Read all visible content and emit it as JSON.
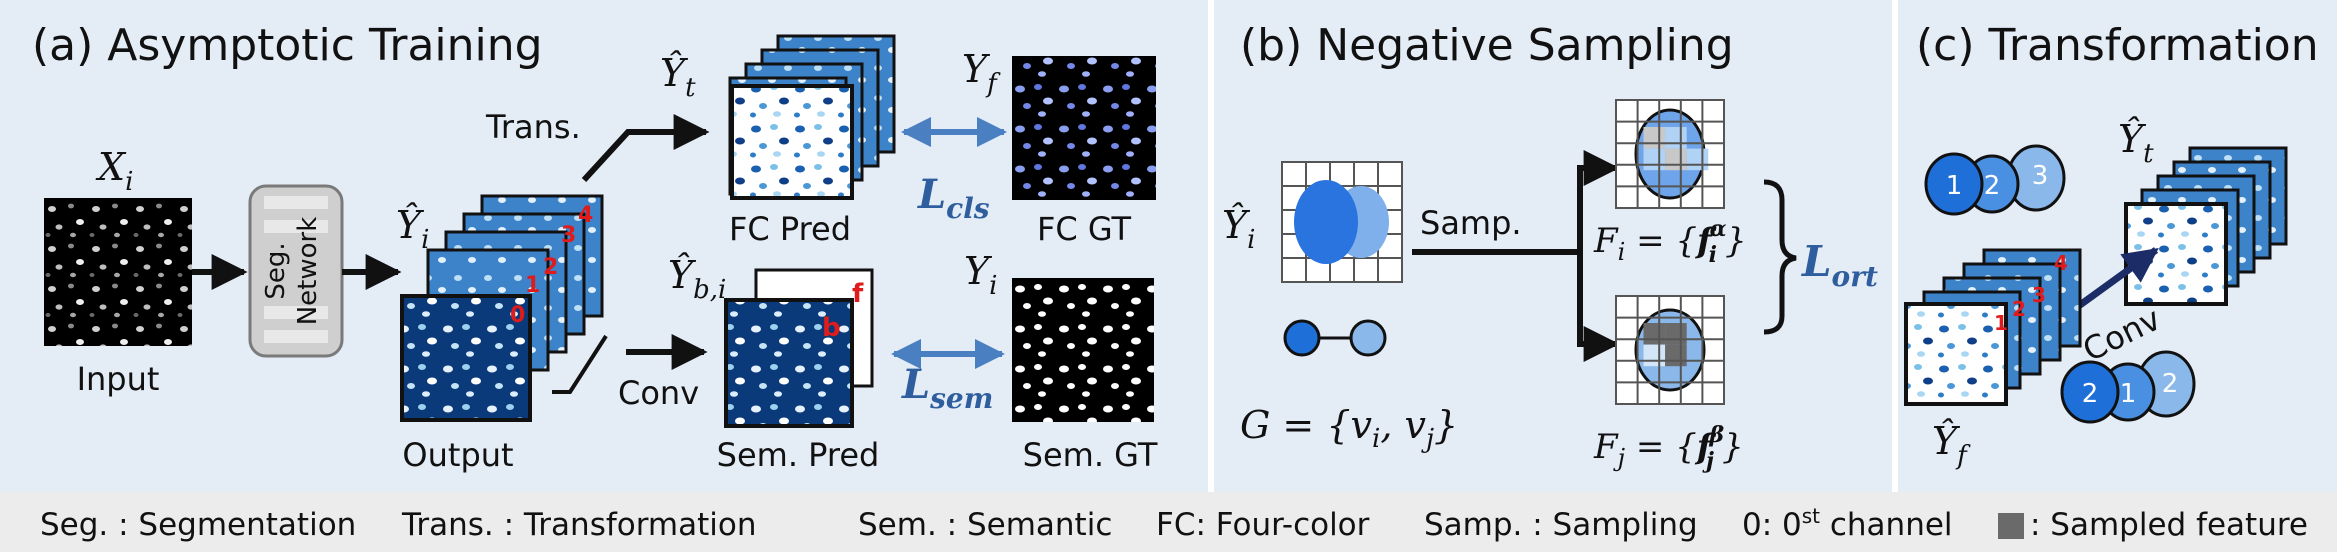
{
  "panels": {
    "a": {
      "title": "(a) Asymptotic Training",
      "x_label": "X",
      "x_sub": "i",
      "input_label": "Input",
      "network_line1": "Seg.",
      "network_line2": "Network",
      "y_hat_label": "Ŷ",
      "y_hat_sub": "i",
      "output_label": "Output",
      "channel_numbers": [
        "0",
        "1",
        "2",
        "3",
        "4"
      ],
      "trans_label": "Trans.",
      "conv_label": "Conv",
      "yt_label": "Ŷ",
      "yt_sub": "t",
      "fc_pred_label": "FC Pred",
      "yf_label": "Y",
      "yf_sub": "f",
      "fc_gt_label": "FC GT",
      "l_cls_main": "L",
      "l_cls_sub": "cls",
      "ybi_label": "Ŷ",
      "ybi_sub": "b,i",
      "sem_pred_label": "Sem. Pred",
      "sem_letters": [
        "b",
        "f"
      ],
      "yi_label": "Y",
      "yi_sub": "i",
      "sem_gt_label": "Sem. GT",
      "l_sem_main": "L",
      "l_sem_sub": "sem"
    },
    "b": {
      "title": "(b) Negative Sampling",
      "y_hat_label": "Ŷ",
      "y_hat_sub": "i",
      "samp_label": "Samp.",
      "fi_label": "F",
      "fi_sub": "i",
      "fi_eq": " = {",
      "fi_f": "f",
      "fi_f_sub": "i",
      "fi_f_sup": "α",
      "fi_close": "}",
      "fj_label": "F",
      "fj_sub": "j",
      "fj_eq": " = {",
      "fj_f": "f",
      "fj_f_sub": "j",
      "fj_f_sup": "β",
      "fj_close": "}",
      "l_ort_main": "L",
      "l_ort_sub": "ort",
      "graph_eq": "G = {v",
      "graph_sub_i": "i",
      "graph_mid": ", v",
      "graph_sub_j": "j",
      "graph_close": "}"
    },
    "c": {
      "title": "(c) Transformation",
      "cluster_top": [
        "1",
        "2",
        "3"
      ],
      "cluster_bottom": [
        "2",
        "1",
        "2"
      ],
      "yt_label": "Ŷ",
      "yt_sub": "t",
      "conv_label": "Conv",
      "channel_numbers": [
        "1",
        "2",
        "3",
        "4"
      ],
      "yf_label": "Ŷ",
      "yf_sub": "f"
    }
  },
  "legend": {
    "seg": "Seg. : Segmentation",
    "trans": "Trans. : Transformation",
    "sem": "Sem. : Semantic",
    "fc": "FC: Four-color",
    "samp": "Samp. : Sampling",
    "channel_pre": "0: 0",
    "channel_sup": "st",
    "channel_post": " channel",
    "sampled": ": Sampled feature"
  },
  "colors": {
    "panel_bg": "#e4ecf6",
    "legend_bg": "#ececec",
    "arrow_blue": "#4a7fc1",
    "loss_blue": "#2e5e9e",
    "node_dark": "#1f6fd8",
    "node_light": "#8ab8ea",
    "red": "#e01b1b"
  }
}
